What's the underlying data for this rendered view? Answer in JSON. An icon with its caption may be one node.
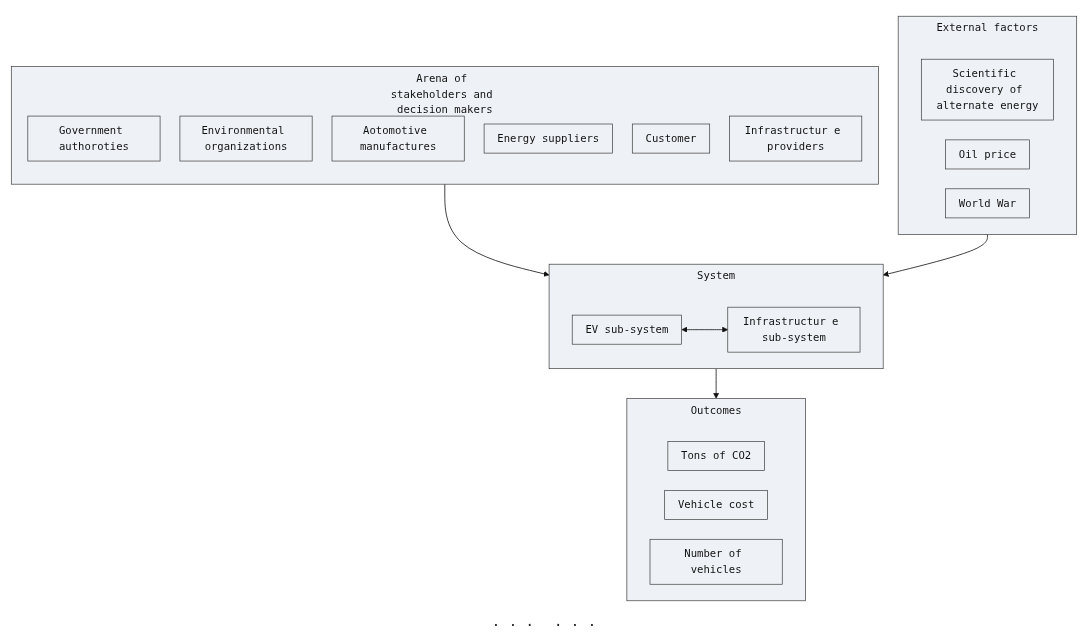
{
  "diagram": {
    "nodes": [
      {
        "text": [
          "Arena of stakeholders and decision makers"
        ]
      },
      {
        "text": [
          "Government authoroties"
        ],
        "in": 0
      },
      {
        "text": [
          "Environmental organizations"
        ],
        "in": 0
      },
      {
        "text": [
          "Aotomotive manufactures"
        ],
        "in": 0
      },
      {
        "text": [
          "Energy suppliers"
        ],
        "in": 0
      },
      {
        "text": [
          "Customer"
        ],
        "in": 0
      },
      {
        "text": [
          "Infrastructur e providers"
        ],
        "in": 0
      },
      {
        "text": [
          "External factors"
        ]
      },
      {
        "text": [
          "Scientific discovery of alternate energy"
        ],
        "in": 7
      },
      {
        "text": [
          "Oil price"
        ],
        "in": 7
      },
      {
        "text": [
          "World War"
        ],
        "in": 7
      },
      {
        "text": [
          "System"
        ]
      },
      {
        "text": [
          "EV sub-system"
        ],
        "in": 11
      },
      {
        "text": [
          "Infrastructur e sub-system"
        ],
        "in": 11
      },
      {
        "text": [
          "Outcomes"
        ]
      },
      {
        "text": [
          "Tons of CO2"
        ],
        "in": 14
      },
      {
        "text": [
          "Vehicle cost"
        ],
        "in": 14
      },
      {
        "text": [
          "Number of vehicles"
        ],
        "in": 14
      }
    ],
    "edges": [
      {
        "from": 0,
        "to": 11,
        "arrow": "to"
      },
      {
        "from": 7,
        "to": 11,
        "arrow": "to"
      },
      {
        "from": 12,
        "to": 13,
        "arrow": "both"
      },
      {
        "from": 11,
        "to": 14,
        "arrow": "to"
      }
    ],
    "labels": [
      ". . .",
      ". . ."
    ]
  }
}
